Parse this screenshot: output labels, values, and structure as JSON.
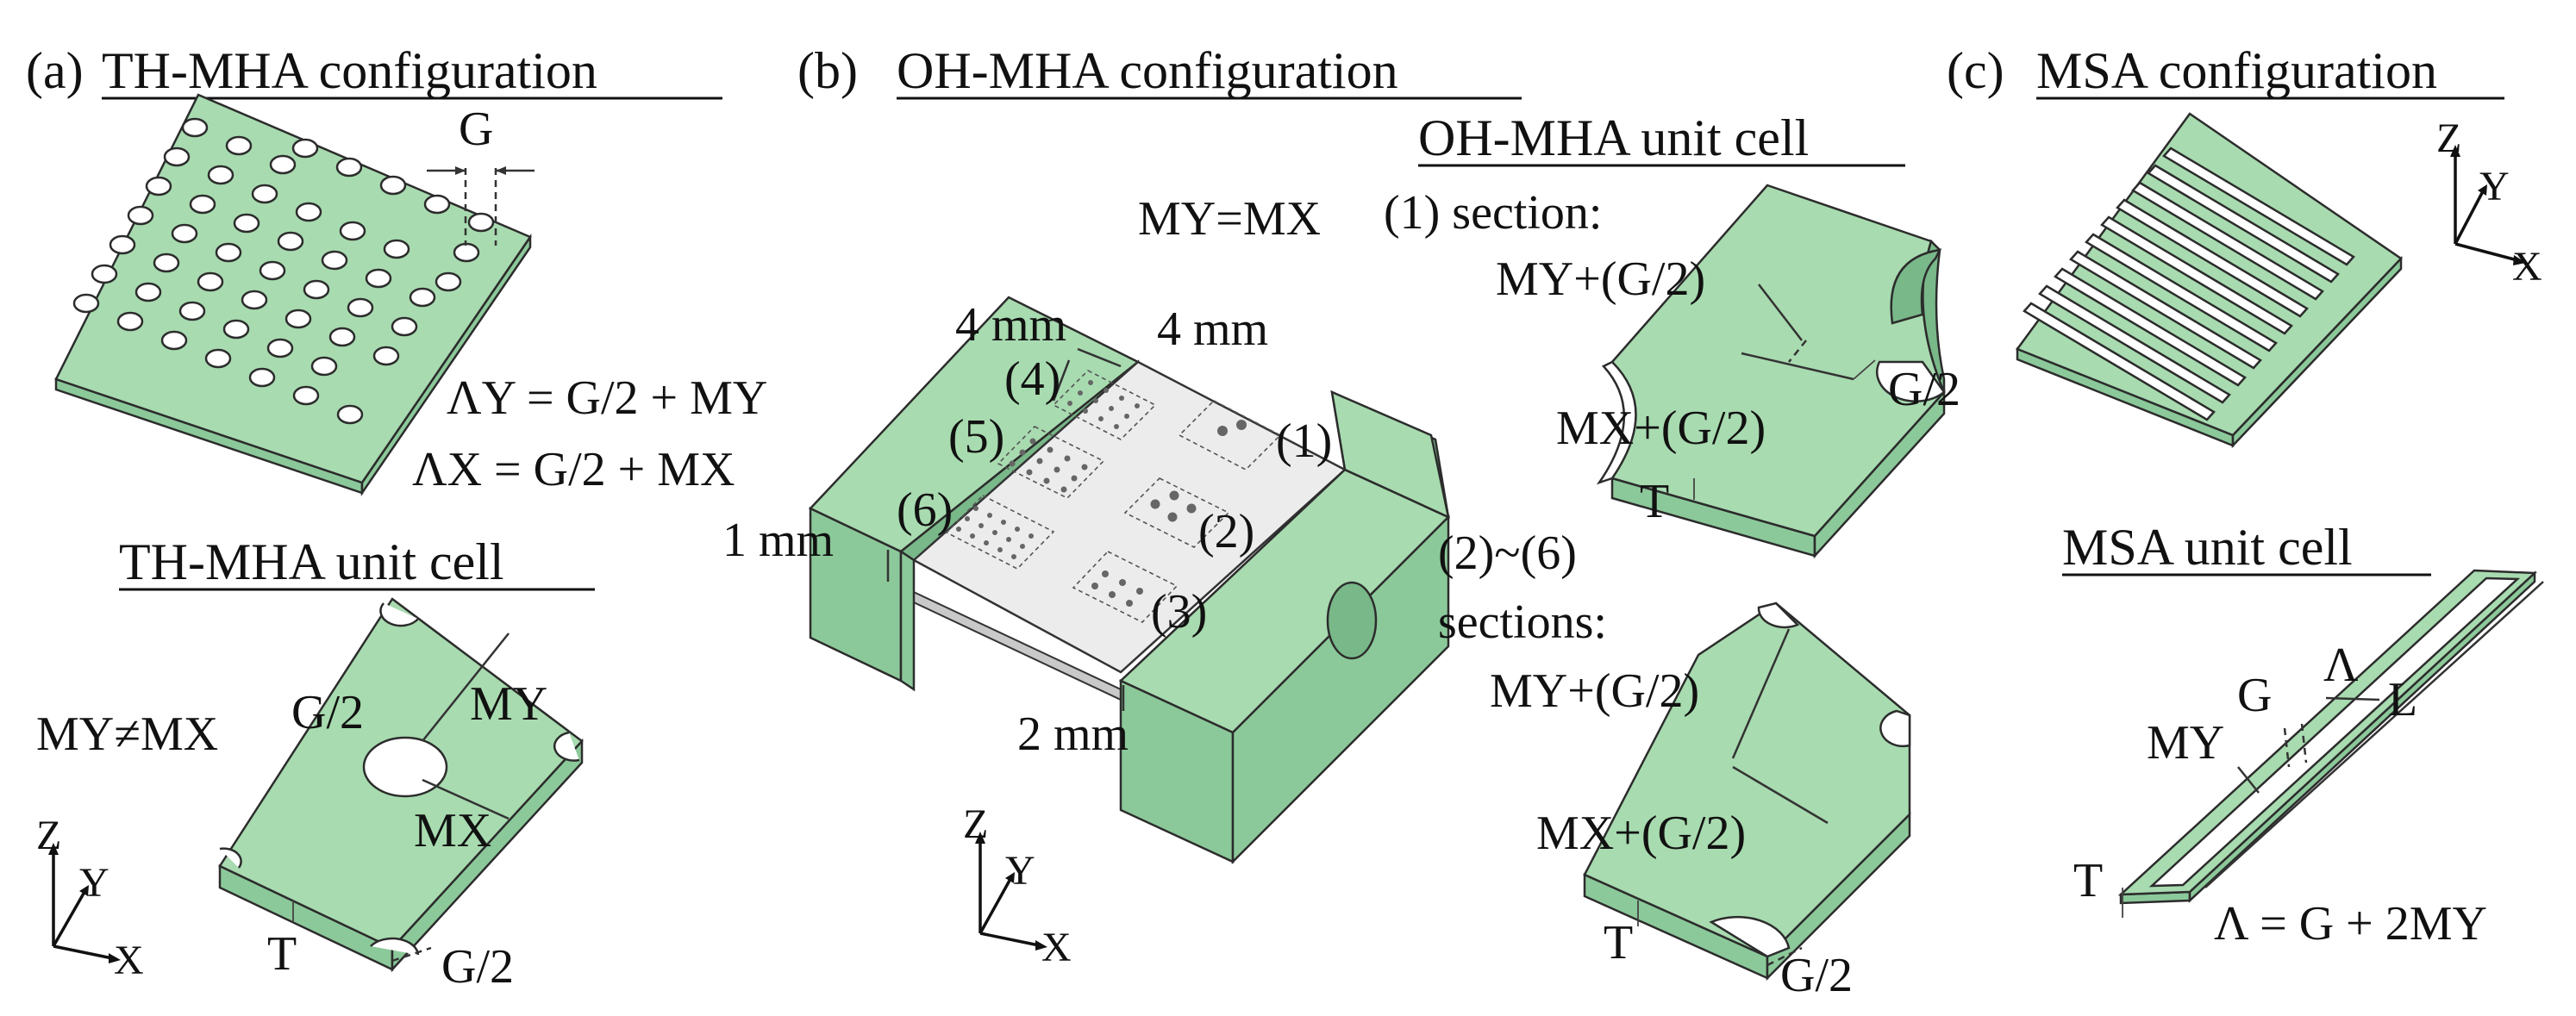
{
  "panel_a": {
    "header_prefix": "(a)",
    "header": "TH-MHA configuration",
    "gap_label": "G",
    "eq_lambda_y": "ΛY = G/2 + MY",
    "eq_lambda_x": "ΛX = G/2 + MX",
    "unit_cell_title": "TH-MHA unit cell",
    "my_neq_mx": "MY≠MX",
    "half_g_top": "G/2",
    "my_label": "MY",
    "mx_label": "MX",
    "t_label": "T",
    "half_g_bottom": "G/2",
    "axis_z": "Z",
    "axis_y": "Y",
    "axis_x": "X"
  },
  "panel_b": {
    "header_prefix": "(b)",
    "header": "OH-MHA configuration",
    "my_eq_mx": "MY=MX",
    "dim_4mm_a": "4 mm",
    "dim_4mm_b": "4 mm",
    "dim_1mm": "1 mm",
    "dim_2mm": "2 mm",
    "sec_1": "(1)",
    "sec_2": "(2)",
    "sec_3": "(3)",
    "sec_4": "(4)",
    "sec_5": "(5)",
    "sec_6": "(6)",
    "axis_z": "Z",
    "axis_y": "Y",
    "axis_x": "X",
    "unit_cell_title": "OH-MHA unit cell",
    "section1_label": "(1) section:",
    "s1_my": "MY+(G/2)",
    "s1_half_g": "G/2",
    "s1_mx": "MX+(G/2)",
    "s1_t": "T",
    "sections_range": "(2)~(6)",
    "sections_label": "sections:",
    "s2_my": "MY+(G/2)",
    "s2_mx": "MX+(G/2)",
    "s2_t": "T",
    "s2_half_g": "G/2"
  },
  "panel_c": {
    "header_prefix": "(c)",
    "header": "MSA configuration",
    "axis_z": "Z",
    "axis_y": "Y",
    "axis_x": "X",
    "unit_cell_title": "MSA unit cell",
    "lambda_label": "Λ",
    "g_label": "G",
    "l_label": "L",
    "my_label": "MY",
    "t_label": "T",
    "eq_lambda": "Λ = G + 2MY"
  }
}
